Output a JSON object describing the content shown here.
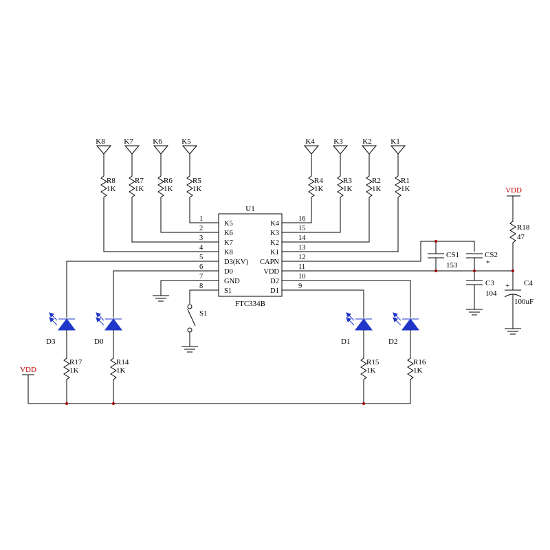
{
  "ic": {
    "ref": "U1",
    "part": "FTC334B",
    "left_pins": [
      {
        "num": "1",
        "name": "K5"
      },
      {
        "num": "2",
        "name": "K6"
      },
      {
        "num": "3",
        "name": "K7"
      },
      {
        "num": "4",
        "name": "K8"
      },
      {
        "num": "5",
        "name": "D3(KV)"
      },
      {
        "num": "6",
        "name": "D0"
      },
      {
        "num": "7",
        "name": "GND"
      },
      {
        "num": "8",
        "name": "S1"
      }
    ],
    "right_pins": [
      {
        "num": "16",
        "name": "K4"
      },
      {
        "num": "15",
        "name": "K3"
      },
      {
        "num": "14",
        "name": "K2"
      },
      {
        "num": "13",
        "name": "K1"
      },
      {
        "num": "12",
        "name": "CAPN"
      },
      {
        "num": "11",
        "name": "VDD"
      },
      {
        "num": "10",
        "name": "D2"
      },
      {
        "num": "9",
        "name": "D1"
      }
    ]
  },
  "keys": [
    "K8",
    "K7",
    "K6",
    "K5",
    "K4",
    "K3",
    "K2",
    "K1"
  ],
  "key_resistors": [
    {
      "ref": "R8",
      "value": "1K"
    },
    {
      "ref": "R7",
      "value": "1K"
    },
    {
      "ref": "R6",
      "value": "1K"
    },
    {
      "ref": "R5",
      "value": "1K"
    },
    {
      "ref": "R4",
      "value": "1K"
    },
    {
      "ref": "R3",
      "value": "1K"
    },
    {
      "ref": "R2",
      "value": "1K"
    },
    {
      "ref": "R1",
      "value": "1K"
    }
  ],
  "leds": [
    {
      "ref": "D3",
      "resistor": "R17",
      "value": "1K"
    },
    {
      "ref": "D0",
      "resistor": "R14",
      "value": "1K"
    },
    {
      "ref": "D1",
      "resistor": "R15",
      "value": "1K"
    },
    {
      "ref": "D2",
      "resistor": "R16",
      "value": "1K"
    }
  ],
  "caps": {
    "cs1": {
      "ref": "CS1",
      "value": "153"
    },
    "cs2": {
      "ref": "CS2",
      "value": "*"
    },
    "c3": {
      "ref": "C3",
      "value": "104"
    },
    "c4": {
      "ref": "C4",
      "value": "100uF",
      "polarity": "+"
    }
  },
  "r18": {
    "ref": "R18",
    "value": "47"
  },
  "switch": {
    "ref": "S1"
  },
  "power": {
    "vdd_top": "VDD",
    "vdd_left": "VDD"
  },
  "colors": {
    "wire": "#000000",
    "led": "#1f36c8",
    "power_label": "#c00000",
    "junction": "#a00000"
  }
}
